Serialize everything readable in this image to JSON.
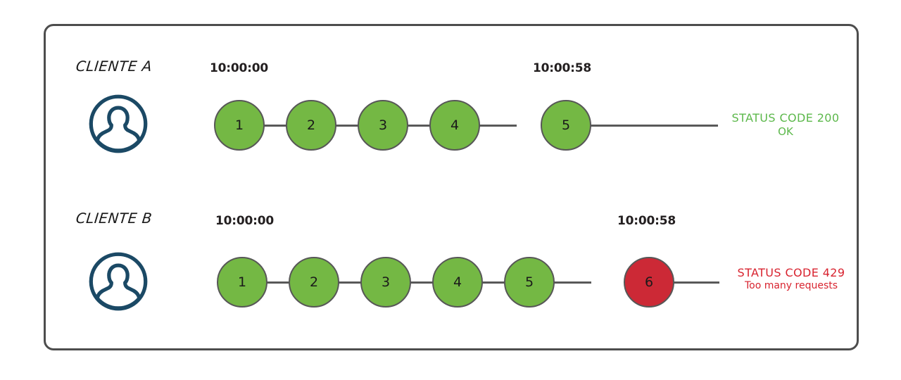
{
  "diagram": {
    "title": "Rate limiting client request timeline",
    "colors": {
      "frame": "#4d4d4d",
      "node_ok": "#74b844",
      "node_error": "#cc2936",
      "node_stroke": "#575757",
      "connector": "#595959",
      "avatar": "#1b4965",
      "status_ok": "#5cb84b",
      "status_error": "#d8232f"
    }
  },
  "rows": [
    {
      "id": "client-a",
      "label": "CLIENTE A",
      "avatar_icon": "user-avatar-icon",
      "timestamps": [
        {
          "value": "10:00:00",
          "align": "start"
        },
        {
          "value": "10:00:58",
          "align": "end"
        }
      ],
      "nodes": [
        {
          "n": "1",
          "state": "ok"
        },
        {
          "n": "2",
          "state": "ok"
        },
        {
          "n": "3",
          "state": "ok"
        },
        {
          "n": "4",
          "state": "ok"
        },
        {
          "n": "5",
          "state": "ok"
        }
      ],
      "status": {
        "state": "ok",
        "line1": "STATUS CODE 200",
        "line2": "OK"
      }
    },
    {
      "id": "client-b",
      "label": "CLIENTE B",
      "avatar_icon": "user-avatar-icon",
      "timestamps": [
        {
          "value": "10:00:00",
          "align": "start"
        },
        {
          "value": "10:00:58",
          "align": "end"
        }
      ],
      "nodes": [
        {
          "n": "1",
          "state": "ok"
        },
        {
          "n": "2",
          "state": "ok"
        },
        {
          "n": "3",
          "state": "ok"
        },
        {
          "n": "4",
          "state": "ok"
        },
        {
          "n": "5",
          "state": "ok"
        },
        {
          "n": "6",
          "state": "error"
        }
      ],
      "status": {
        "state": "error",
        "line1": "STATUS CODE 429",
        "line2": "Too many requests"
      }
    }
  ]
}
